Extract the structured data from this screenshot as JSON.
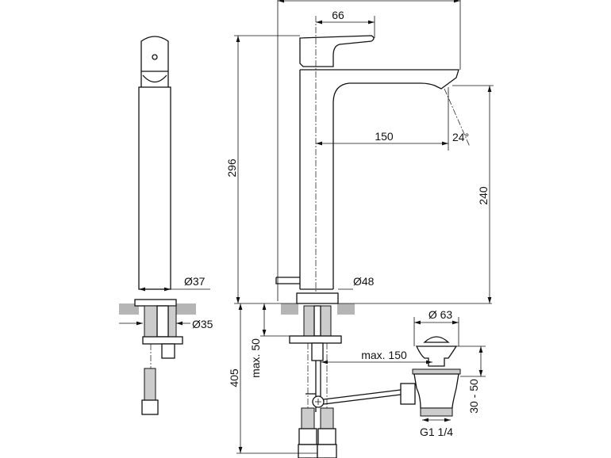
{
  "dimensions": {
    "overall_width": "",
    "lever_offset": "66",
    "spout_reach": "150",
    "spray_angle": "24°",
    "total_height": "296",
    "outlet_height": "240",
    "body_diameter_side": "Ø37",
    "body_diameter_front": "Ø48",
    "hole_diameter": "Ø35",
    "below_deck": "405",
    "deck_thickness": "max. 50",
    "waste_diameter": "Ø 63",
    "rod_distance": "max. 150",
    "waste_range": "30 - 50",
    "waste_thread": "G1 1/4"
  },
  "colors": {
    "line": "#111111",
    "countertop": "#b5b5b5"
  }
}
